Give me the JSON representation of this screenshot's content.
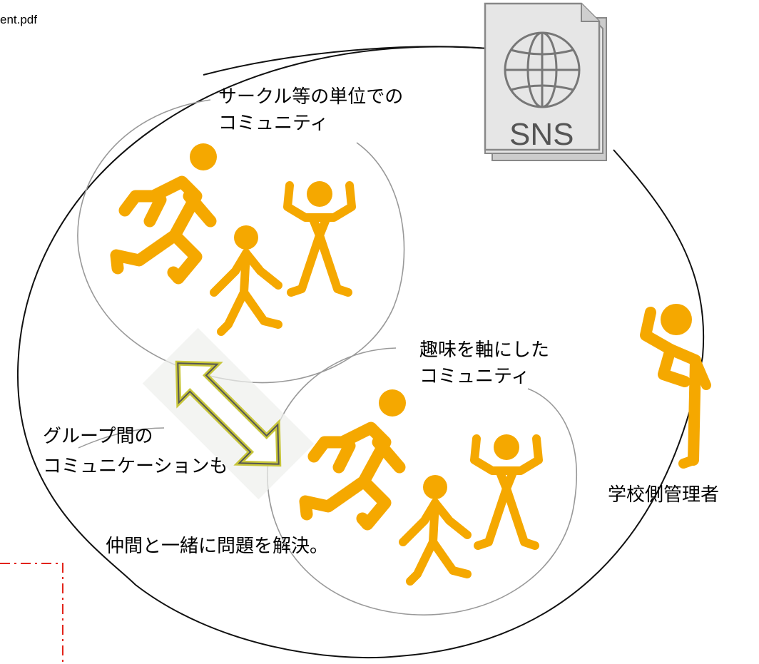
{
  "file_label": "ent.pdf",
  "sns": {
    "label": "SNS"
  },
  "group_top": {
    "line1": "サークル等の単位での",
    "line2": "コミュニティ"
  },
  "group_bottom": {
    "line1": "趣味を軸にした",
    "line2": "コミュニティ"
  },
  "between_groups": {
    "line1": "グループ間の",
    "line2": "コミュニケーションも"
  },
  "solve_text": "仲間と一緒に問題を解決。",
  "admin_label": "学校側管理者",
  "colors": {
    "figure": "#f5a800",
    "circle_line": "#999999",
    "outer_line": "#111111",
    "dashed": "#e2231a",
    "sns_fill": "#e6e6e6"
  }
}
